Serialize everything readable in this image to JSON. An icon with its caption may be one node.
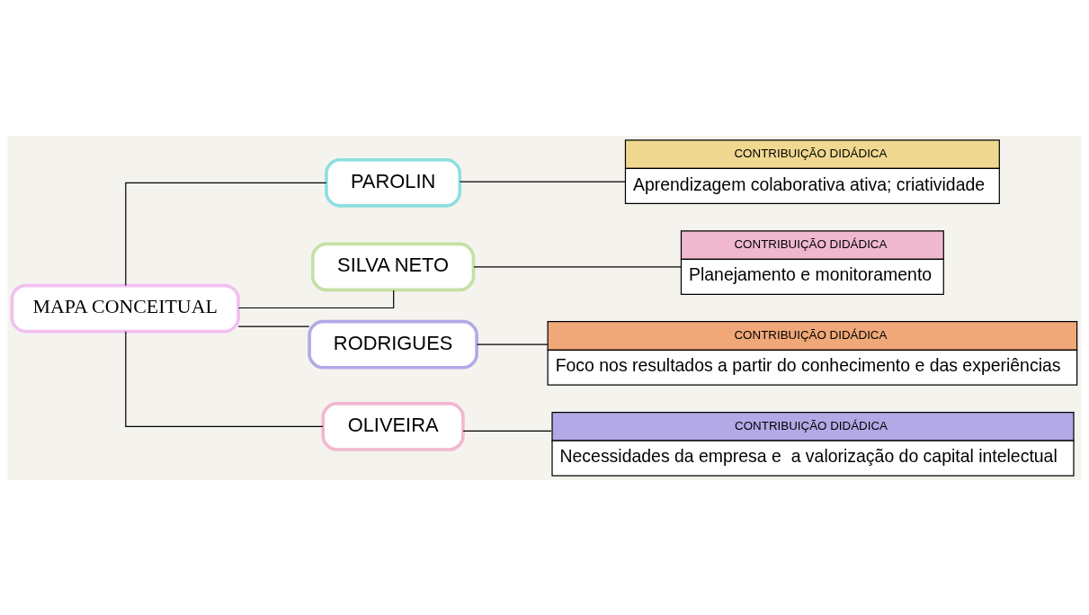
{
  "diagram": {
    "nodes": [
      {
        "text": [
          "MAPA CONCEITUAL"
        ]
      },
      {
        "text": [
          "PAROLIN"
        ]
      },
      {
        "text": [
          "CONTRIBUIÇÃO DIDÁDICA",
          "Aprendizagem colaborativa ativa; criatividade"
        ]
      },
      {
        "text": [
          "SILVA NETO"
        ]
      },
      {
        "text": [
          "CONTRIBUIÇÃO DIDÁDICA",
          "Planejamento e monitoramento"
        ]
      },
      {
        "text": [
          "RODRIGUES"
        ]
      },
      {
        "text": [
          "CONTRIBUIÇÃO DIDÁDICA",
          "Foco nos resultados a partir do conhecimento e das experiências"
        ]
      },
      {
        "text": [
          "OLIVEIRA"
        ]
      },
      {
        "text": [
          "CONTRIBUIÇÃO DIDÁDICA",
          "Necessidades da empresa e  a valorização do capital intelectual"
        ]
      }
    ],
    "edges": [
      {
        "from": 0,
        "to": 1,
        "arrow": "none"
      },
      {
        "from": 0,
        "to": 3,
        "arrow": "none"
      },
      {
        "from": 0,
        "to": 5,
        "arrow": "none"
      },
      {
        "from": 0,
        "to": 7,
        "arrow": "none"
      },
      {
        "from": 1,
        "to": 2,
        "arrow": "none"
      },
      {
        "from": 3,
        "to": 4,
        "arrow": "none"
      },
      {
        "from": 5,
        "to": 6,
        "arrow": "none"
      },
      {
        "from": 7,
        "to": 8,
        "arrow": "none"
      }
    ]
  }
}
